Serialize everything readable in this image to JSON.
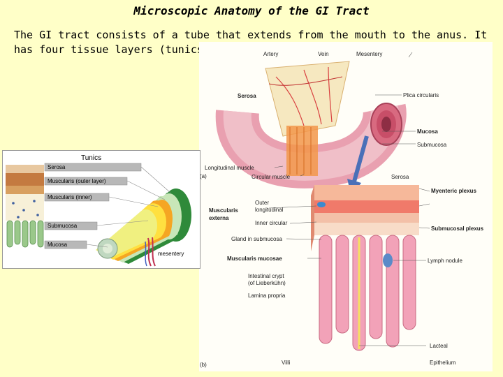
{
  "slide": {
    "title": "Microscopic Anatomy of the GI Tract",
    "intro": "The GI tract consists of a tube that extends from the mouth to the anus.  It has four tissue layers (tunics):"
  },
  "figure_main": {
    "labels": {
      "artery": "Artery",
      "vein": "Vein",
      "mesentery": "Mesentery",
      "serosa_top": "Serosa",
      "plica": "Plica circularis",
      "mucosa": "Mucosa",
      "submucosa": "Submucosa",
      "longitudinal": "Longitudinal muscle",
      "circular": "Circular muscle",
      "panel_a": "(a)",
      "serosa_b": "Serosa",
      "myenteric": "Myenteric plexus",
      "muscularis": "Muscularis",
      "externa": "externa",
      "outer": "Outer",
      "outer2": "longitudinal",
      "inner": "Inner circular",
      "submucosal_plexus": "Submucosal plexus",
      "gland": "Gland in submucosa",
      "muscularis_mucosae": "Muscularis mucosae",
      "lymph": "Lymph nodule",
      "crypt": "Intestinal crypt",
      "crypt2": "(of Lieberkühn)",
      "lamina": "Lamina propria",
      "lacteal": "Lacteal",
      "villi": "Villi",
      "epithelium": "Epithelium",
      "panel_b": "(b)"
    }
  },
  "figure_tunics": {
    "title": "Tunics",
    "layers": [
      "Serosa",
      "Muscularis (outer layer)",
      "Muscularis (inner)",
      "Submucosa",
      "Mucosa"
    ],
    "mesentery": "mesentery"
  }
}
